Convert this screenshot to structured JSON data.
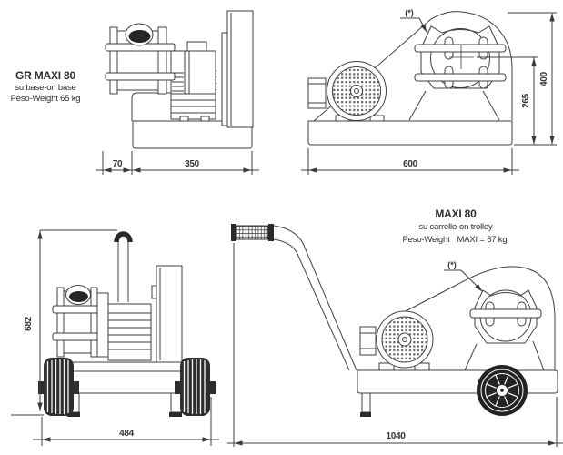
{
  "page": {
    "background": "#ffffff",
    "line_color": "#3f3f3f",
    "dark_fill": "#262626",
    "text_color": "#2d2d2d"
  },
  "views": {
    "base_side": {
      "title": "GR MAXI 80",
      "subtitle": "su base-on base",
      "weight": "Peso-Weight 65 kg",
      "dim_front_overhang": "70",
      "dim_base_length": "350"
    },
    "base_front": {
      "annotation": "(*)",
      "dim_base_width": "600",
      "dim_axis_height": "265",
      "dim_overall_height": "400"
    },
    "trolley_front": {
      "dim_overall_height": "682",
      "dim_overall_width": "484"
    },
    "trolley_side": {
      "title": "MAXI 80",
      "subtitle": "su carrello-on trolley",
      "weight_label": "Peso-Weight",
      "weight_value": "MAXI = 67 kg",
      "annotation": "(*)",
      "dim_overall_length": "1040"
    }
  }
}
